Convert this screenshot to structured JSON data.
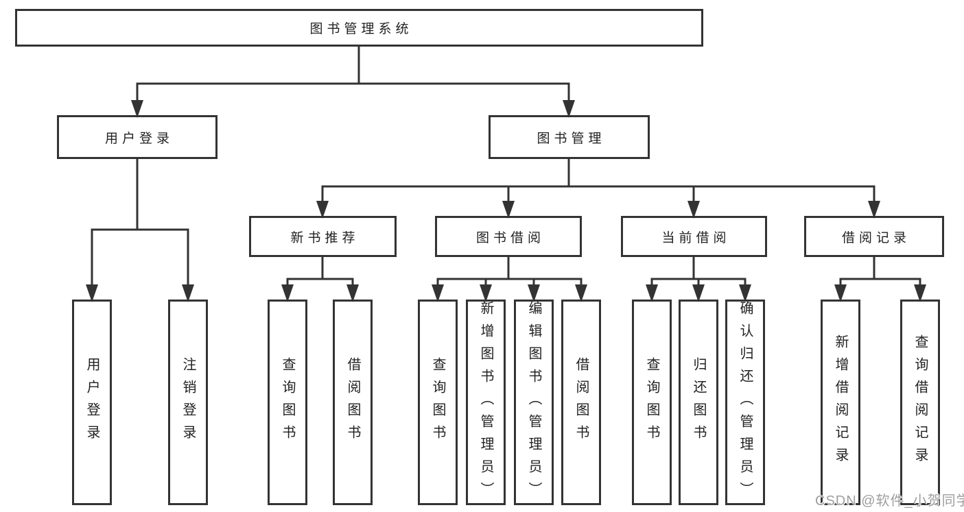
{
  "tree": {
    "root": "图书管理系统",
    "level2": [
      {
        "label": "用户登录",
        "leaves": [
          "用户登录",
          "注销登录"
        ]
      },
      {
        "label": "图书管理",
        "level3": [
          {
            "label": "新书推荐",
            "leaves": [
              "查询图书",
              "借阅图书"
            ]
          },
          {
            "label": "图书借阅",
            "leaves": [
              "查询图书",
              "新增图书（管理员）",
              "编辑图书（管理员）",
              "借阅图书"
            ]
          },
          {
            "label": "当前借阅",
            "leaves": [
              "查询图书",
              "归还图书",
              "确认归还（管理员）"
            ]
          },
          {
            "label": "借阅记录",
            "leaves": [
              "新增借阅记录",
              "查询借阅记录"
            ]
          }
        ]
      }
    ]
  },
  "watermark": "CSDN @软件_小贺同学",
  "colors": {
    "line": "#333333",
    "text": "#222222",
    "watermark": "#9e9e9e",
    "background": "#ffffff"
  }
}
